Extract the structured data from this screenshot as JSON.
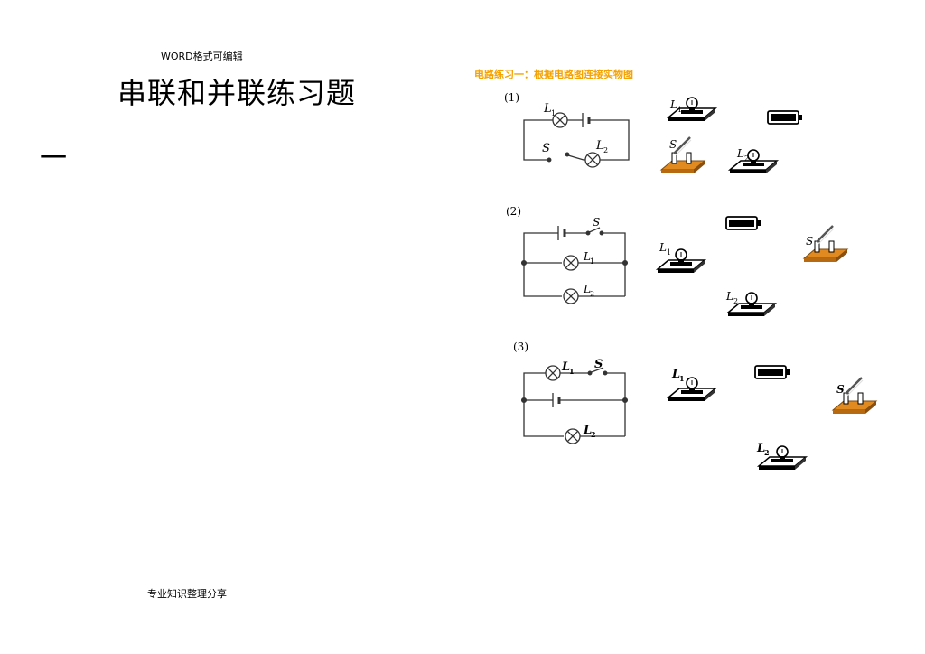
{
  "header_note": "WORD格式可编辑",
  "title": "串联和并联练习题",
  "section_mark": "一",
  "footer_note": "专业知识整理分享",
  "exercise_title": "电路练习一：根据电路图连接实物图",
  "problems": [
    {
      "number": "(1)",
      "labels": {
        "l1": "L",
        "l1_sub": "1",
        "l2": "L",
        "l2_sub": "2",
        "s": "S"
      }
    },
    {
      "number": "(2)",
      "labels": {
        "l1": "L",
        "l1_sub": "1",
        "l2": "L",
        "l2_sub": "2",
        "s": "S"
      }
    },
    {
      "number": "(3)",
      "labels": {
        "l1": "L",
        "l1_sub": "1",
        "l2": "L",
        "l2_sub": "2",
        "s": "S"
      }
    }
  ],
  "colors": {
    "accent": "#f5a200",
    "switch_base": "#e08a20"
  }
}
